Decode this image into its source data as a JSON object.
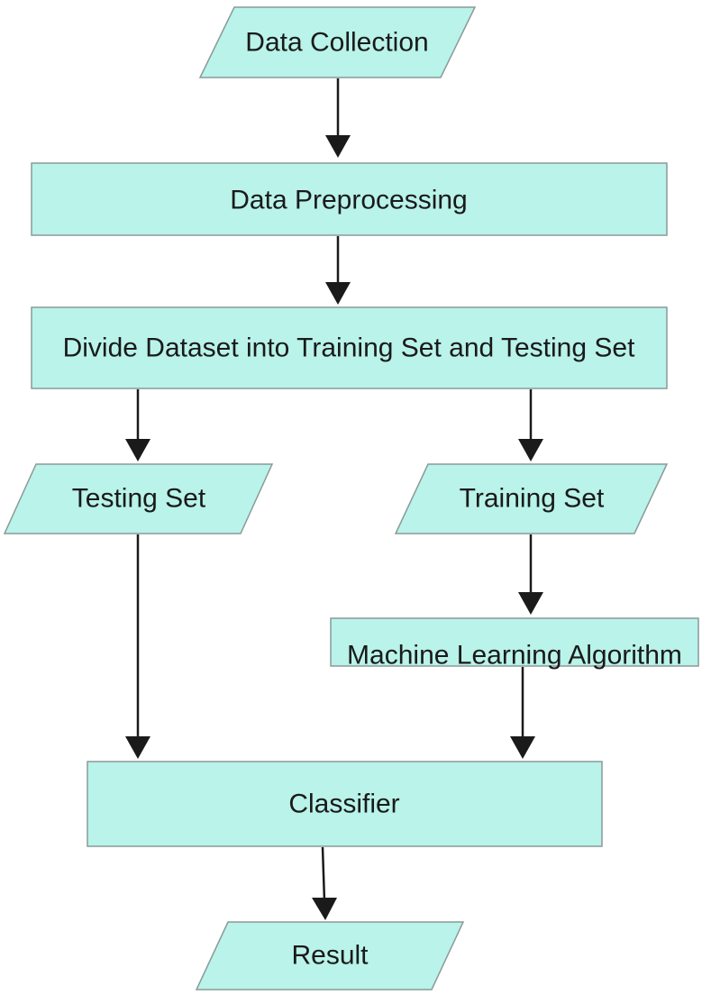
{
  "diagram": {
    "nodes": [
      {
        "id": "data_collection",
        "label": "Data Collection",
        "shape": "parallelogram"
      },
      {
        "id": "data_preprocessing",
        "label": "Data Preprocessing",
        "shape": "rectangle"
      },
      {
        "id": "divide_dataset",
        "label": "Divide Dataset into Training Set and Testing Set",
        "shape": "rectangle"
      },
      {
        "id": "testing_set",
        "label": "Testing Set",
        "shape": "parallelogram"
      },
      {
        "id": "training_set",
        "label": "Training Set",
        "shape": "parallelogram"
      },
      {
        "id": "ml_algorithm",
        "label": "Machine Learning Algorithm",
        "shape": "rectangle"
      },
      {
        "id": "classifier",
        "label": "Classifier",
        "shape": "rectangle"
      },
      {
        "id": "result",
        "label": "Result",
        "shape": "parallelogram"
      }
    ],
    "edges": [
      {
        "from": "data_collection",
        "to": "data_preprocessing"
      },
      {
        "from": "data_preprocessing",
        "to": "divide_dataset"
      },
      {
        "from": "divide_dataset",
        "to": "testing_set"
      },
      {
        "from": "divide_dataset",
        "to": "training_set"
      },
      {
        "from": "training_set",
        "to": "ml_algorithm"
      },
      {
        "from": "testing_set",
        "to": "classifier"
      },
      {
        "from": "ml_algorithm",
        "to": "classifier"
      },
      {
        "from": "classifier",
        "to": "result"
      }
    ],
    "colors": {
      "node_fill": "#b9f3ea",
      "node_stroke": "#8a9a98",
      "arrow": "#1a1a1a"
    }
  }
}
